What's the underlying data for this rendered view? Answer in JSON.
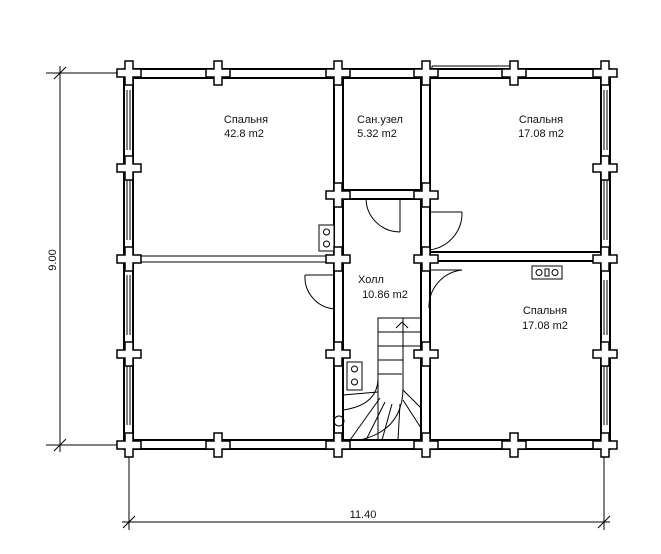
{
  "rooms": [
    {
      "name": "Спальня",
      "area": "42.8 m2"
    },
    {
      "name": "Сан.узел",
      "area": "5.32 m2"
    },
    {
      "name": "Спальня",
      "area": "17.08 m2"
    },
    {
      "name": "Холл",
      "area": "10.86 m2"
    },
    {
      "name": "Спальня",
      "area": "17.08 m2"
    }
  ],
  "dimensions": {
    "width": "11.40",
    "height": "9.00"
  }
}
